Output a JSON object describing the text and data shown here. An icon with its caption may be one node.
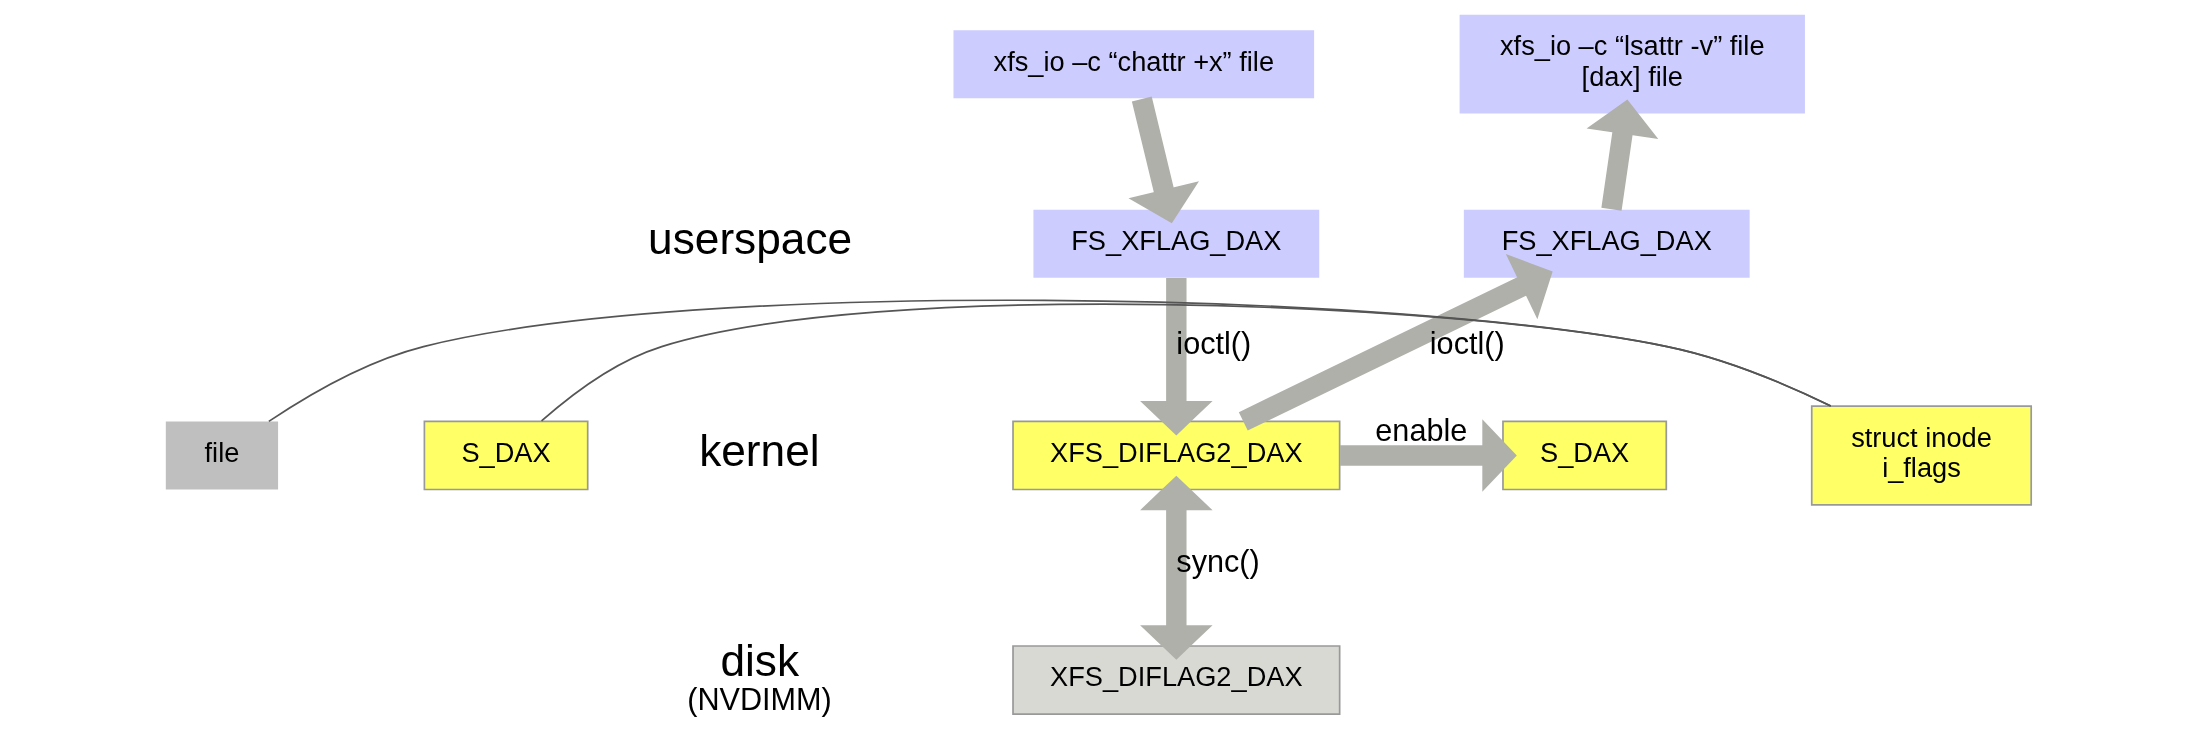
{
  "diagram": {
    "nodes": [
      {
        "text": [
          "xfs_io –c “chattr +x” file"
        ]
      },
      {
        "text": [
          "xfs_io –c “lsattr -v” file",
          "[dax] file"
        ]
      },
      {
        "text": [
          "FS_XFLAG_DAX"
        ]
      },
      {
        "text": [
          "FS_XFLAG_DAX"
        ]
      },
      {
        "text": [
          "XFS_DIFLAG2_DAX"
        ]
      },
      {
        "text": [
          "S_DAX"
        ]
      },
      {
        "text": [
          "struct inode",
          "i_flags"
        ]
      },
      {
        "text": [
          "file"
        ]
      },
      {
        "text": [
          "S_DAX"
        ]
      },
      {
        "text": [
          "XFS_DIFLAG2_DAX"
        ]
      }
    ],
    "edges": [
      {
        "from": 0,
        "to": 2,
        "arrow": "to"
      },
      {
        "from": 2,
        "to": 4,
        "arrow": "to",
        "label": "ioctl()"
      },
      {
        "from": 4,
        "to": 3,
        "arrow": "to",
        "label": "ioctl()"
      },
      {
        "from": 3,
        "to": 1,
        "arrow": "to"
      },
      {
        "from": 4,
        "to": 5,
        "arrow": "to",
        "label": "enable"
      },
      {
        "from": 4,
        "to": 9,
        "arrow": "both",
        "label": "sync()"
      },
      {
        "from": 6,
        "to": 7,
        "arrow": "none",
        "color": "#555555"
      },
      {
        "from": 6,
        "to": 8,
        "arrow": "none",
        "color": "#555555"
      }
    ],
    "labels": [
      "userspace",
      "kernel",
      "disk",
      "(NVDIMM)"
    ]
  }
}
